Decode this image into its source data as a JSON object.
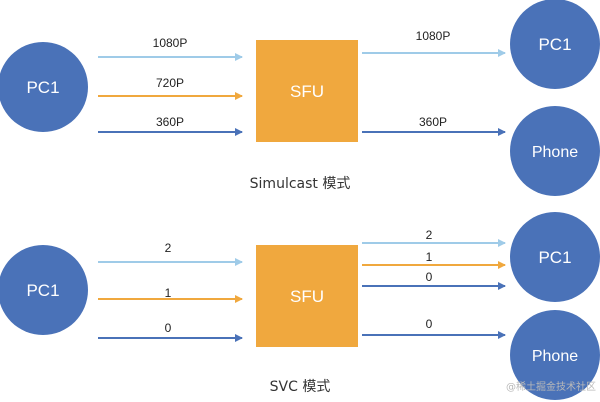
{
  "colors": {
    "node": "#4a72b8",
    "sfu": "#f0a83e",
    "light_arrow": "#9fcbe8",
    "orange_arrow": "#f0a83e",
    "dark_arrow": "#4a72b8"
  },
  "simulcast": {
    "caption": "Simulcast 模式",
    "sender": "PC1",
    "sfu": "SFU",
    "receivers": [
      "PC1",
      "Phone"
    ],
    "in_streams": [
      "1080P",
      "720P",
      "360P"
    ],
    "out_streams": [
      "1080P",
      "360P"
    ]
  },
  "svc": {
    "caption": "SVC 模式",
    "sender": "PC1",
    "sfu": "SFU",
    "receivers": [
      "PC1",
      "Phone"
    ],
    "in_layers": [
      "2",
      "1",
      "0"
    ],
    "out_layers": [
      "2",
      "1",
      "0",
      "0"
    ]
  },
  "watermark": "@稀土掘金技术社区"
}
